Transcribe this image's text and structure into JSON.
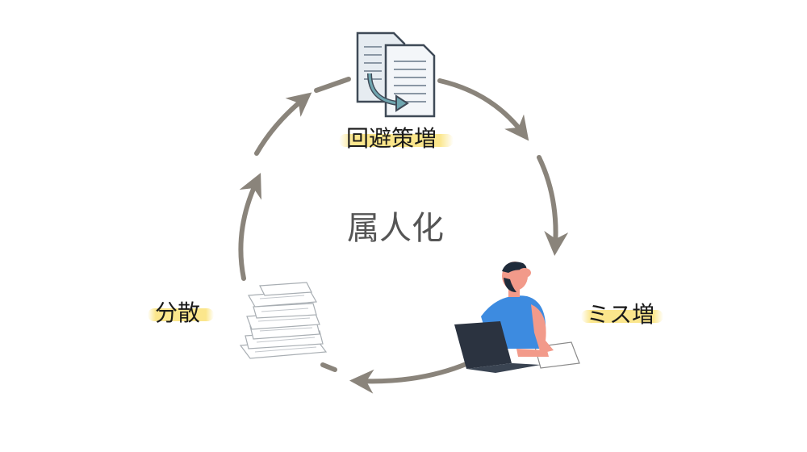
{
  "center": {
    "label": "属人化"
  },
  "nodes": {
    "top": {
      "label": "回避策増",
      "icon": "copy-documents-icon"
    },
    "right": {
      "label": "ミス増",
      "icon": "stressed-person-icon"
    },
    "left": {
      "label": "分散",
      "icon": "paper-pile-icon"
    }
  },
  "colors": {
    "arrow": "#8a847b",
    "highlight": "#f7dd74",
    "doc_outline": "#3f4a57",
    "doc_fill": "#d9e1e8",
    "doc_arrow": "#6fa6b0",
    "shirt": "#3d8be0",
    "skin": "#f29a8a",
    "hair": "#1f2b3a",
    "laptop": "#2b3340"
  }
}
